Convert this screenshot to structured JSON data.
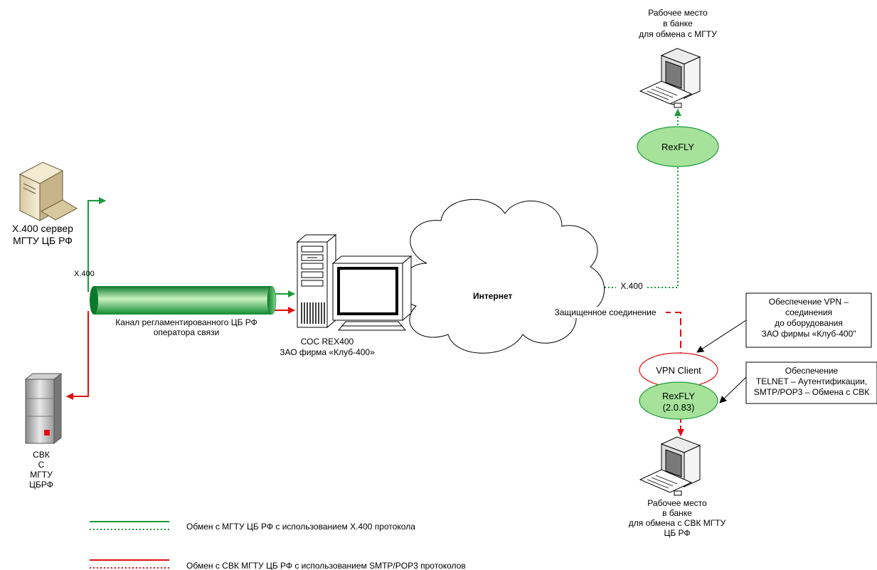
{
  "nodes": {
    "workstation_top_label": [
      "Рабочее место",
      "в банке",
      "для обмена с МГТУ"
    ],
    "rexfly_top": "RexFLY",
    "x400_server_label": [
      "Х.400 сервер",
      "МГТУ ЦБ РФ"
    ],
    "svk_label": [
      "СВК",
      "С",
      "МГТУ",
      "ЦБРФ"
    ],
    "channel_label": [
      "Канал регламентированного ЦБ РФ",
      "оператора связи"
    ],
    "soc_label": [
      "СОС REX400",
      "ЗАО фирма «Клуб-400»"
    ],
    "internet": "Интернет",
    "vpn_client": "VPN Client",
    "rexfly_bottom": [
      "RexFLY",
      "(2.0.83)"
    ],
    "workstation_bottom_label": [
      "Рабочее место",
      "в банке",
      "для обмена с СВК  МГТУ",
      "ЦБ РФ"
    ]
  },
  "edges": {
    "x400_left": "Х.400",
    "x400_right": "X.400",
    "secure_connection": "Защищенное соединение"
  },
  "callouts": {
    "vpn": [
      "Обеспечение VPN –",
      "соединения",
      "до оборудования",
      "ЗАО фирмы «Клуб-400\""
    ],
    "telnet": [
      "Обеспечение",
      "TELNET – Аутентификации,",
      "SMTP/POP3 – Обмена с СВК"
    ]
  },
  "legend": [
    {
      "text": "Обмен с МГТУ ЦБ РФ с использованием  X.400 протокола",
      "color": "#1a9a3a"
    },
    {
      "text": "Обмен с СВК МГТУ ЦБ РФ с использованием SMTP/POP3 протоколов",
      "color": "#e01010"
    }
  ],
  "colors": {
    "green": "#1a9a3a",
    "red": "#e01010",
    "ellipse_fill": "#a6e29a"
  }
}
